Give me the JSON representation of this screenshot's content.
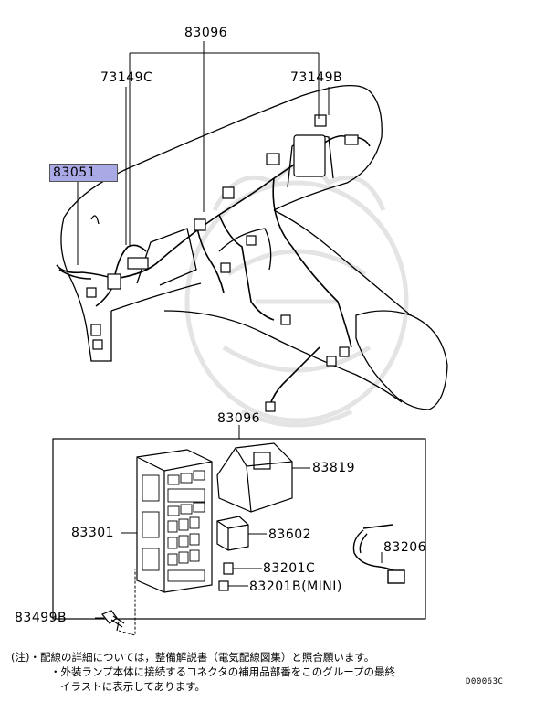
{
  "labels": {
    "top_main": "83096",
    "harness_left": "73149C",
    "harness_right": "73149B",
    "highlighted": "83051",
    "box_main": "83096",
    "cover": "83819",
    "junction_block": "83301",
    "relay": "83602",
    "connector": "83206",
    "fuse": "83201C",
    "fuse_mini": "83201B(MINI)",
    "bolt": "83499B"
  },
  "notes": {
    "line1": "(注)・配線の詳細については，整備解説書（電気配線図集）と照合願います。",
    "line2": "・外装ランプ本体に接続するコネクタの補用品部番をこのグループの最終",
    "line3": "イラストに表示してあります。"
  },
  "diagram_code": "D00063C",
  "colors": {
    "highlight": "#a9a9e6",
    "ink": "#000000",
    "watermark": "#e6e6e6"
  }
}
